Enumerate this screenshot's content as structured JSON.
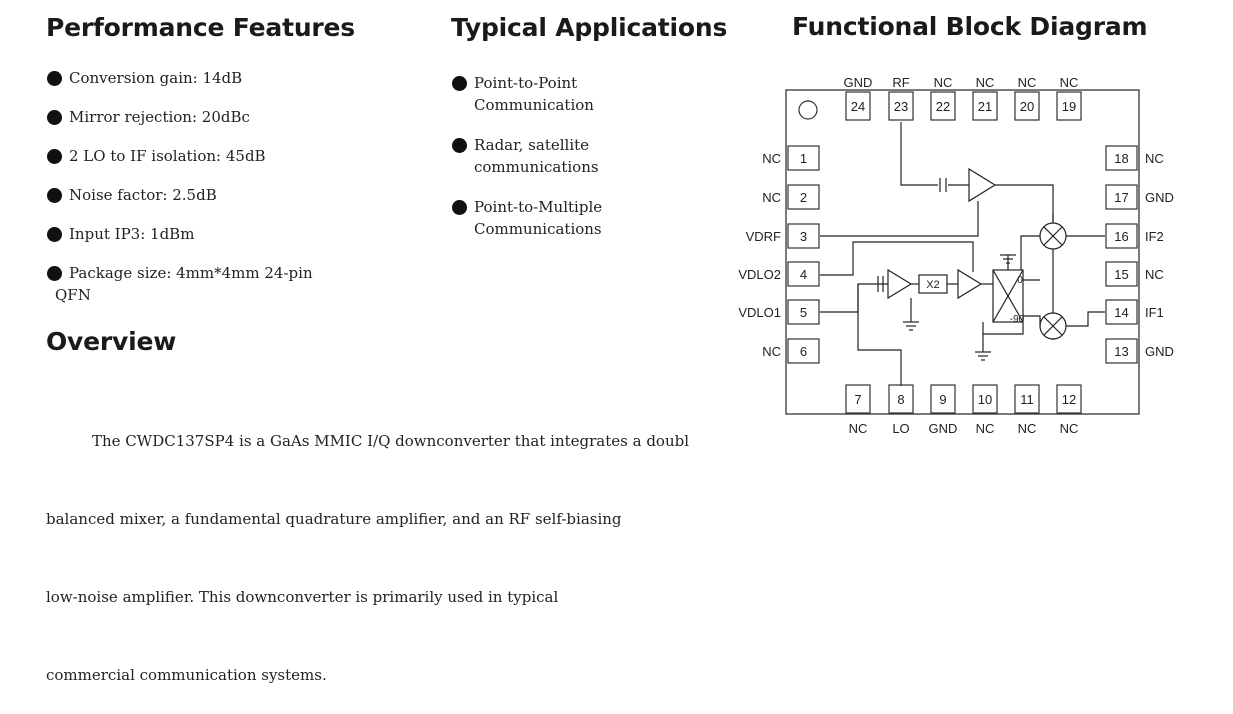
{
  "performance": {
    "heading": "Performance Features",
    "items": [
      {
        "text": "Conversion gain: 14dB"
      },
      {
        "text": "Mirror rejection: 20dBc"
      },
      {
        "text": "2 LO to IF isolation: 45dB"
      },
      {
        "text": "Noise factor: 2.5dB"
      },
      {
        "text": "Input IP3: 1dBm"
      },
      {
        "text": "Package size: 4mm*4mm 24-pin",
        "line2": "QFN"
      }
    ]
  },
  "applications": {
    "heading": "Typical Applications",
    "items": [
      {
        "text": "Point-to-Point",
        "line2": "Communication"
      },
      {
        "text": "Radar, satellite",
        "line2": "communications"
      },
      {
        "text": "Point-to-Multiple",
        "line2": "Communications"
      }
    ]
  },
  "overview": {
    "heading": "Overview",
    "lines": [
      "The CWDC137SP4 is a GaAs MMIC I/Q downconverter that integrates a doubl",
      "balanced mixer, a fundamental quadrature amplifier, and an RF self-biasing",
      "low-noise amplifier. This downconverter is primarily used in typical",
      "commercial communication systems."
    ]
  },
  "diagram": {
    "heading": "Functional Block Diagram",
    "top_pins": [
      {
        "num": "24",
        "name": "GND"
      },
      {
        "num": "23",
        "name": "RF"
      },
      {
        "num": "22",
        "name": "NC"
      },
      {
        "num": "21",
        "name": "NC"
      },
      {
        "num": "20",
        "name": "NC"
      },
      {
        "num": "19",
        "name": "NC"
      }
    ],
    "left_pins": [
      {
        "num": "1",
        "name": "NC"
      },
      {
        "num": "2",
        "name": "NC"
      },
      {
        "num": "3",
        "name": "VDRF"
      },
      {
        "num": "4",
        "name": "VDLO2"
      },
      {
        "num": "5",
        "name": "VDLO1"
      },
      {
        "num": "6",
        "name": "NC"
      }
    ],
    "right_pins": [
      {
        "num": "18",
        "name": "NC"
      },
      {
        "num": "17",
        "name": "GND"
      },
      {
        "num": "16",
        "name": "IF2"
      },
      {
        "num": "15",
        "name": "NC"
      },
      {
        "num": "14",
        "name": "IF1"
      },
      {
        "num": "13",
        "name": "GND"
      }
    ],
    "bottom_pins": [
      {
        "num": "7",
        "name": "NC"
      },
      {
        "num": "8",
        "name": "LO"
      },
      {
        "num": "9",
        "name": "GND"
      },
      {
        "num": "10",
        "name": "NC"
      },
      {
        "num": "11",
        "name": "NC"
      },
      {
        "num": "12",
        "name": "NC"
      }
    ],
    "multiplier_label": "X2",
    "hybrid_top_label": "0",
    "hybrid_bottom_label": "-90"
  }
}
